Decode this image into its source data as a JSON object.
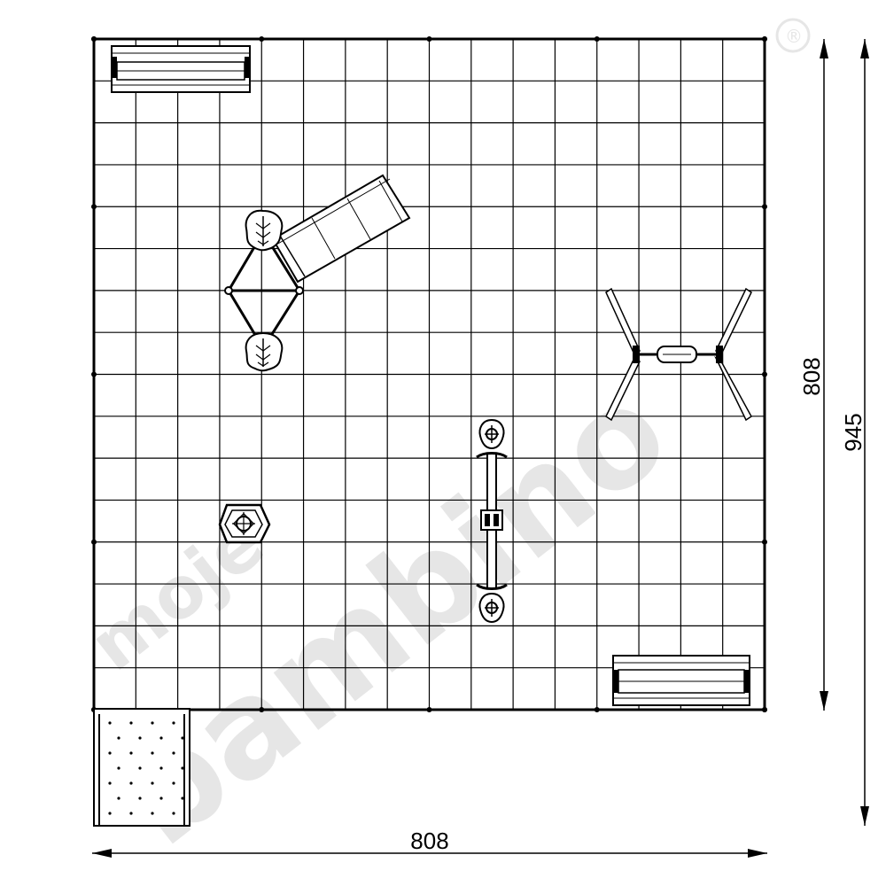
{
  "dimensions": {
    "width_label": "808",
    "inner_height_label": "808",
    "outer_height_label": "945"
  },
  "watermark": {
    "line1": "moje",
    "line2": "bambino",
    "registered": "®"
  },
  "layout_grid": {
    "columns": 16,
    "rows": 16
  },
  "equipment": [
    {
      "name": "bench-top-left"
    },
    {
      "name": "slide-with-platforms"
    },
    {
      "name": "double-swing"
    },
    {
      "name": "spring-rider"
    },
    {
      "name": "seesaw"
    },
    {
      "name": "bench-bottom-right"
    },
    {
      "name": "sandpit-extension"
    }
  ],
  "colors": {
    "line": "#000000",
    "watermark": "#e6e6e6",
    "background": "#ffffff"
  }
}
